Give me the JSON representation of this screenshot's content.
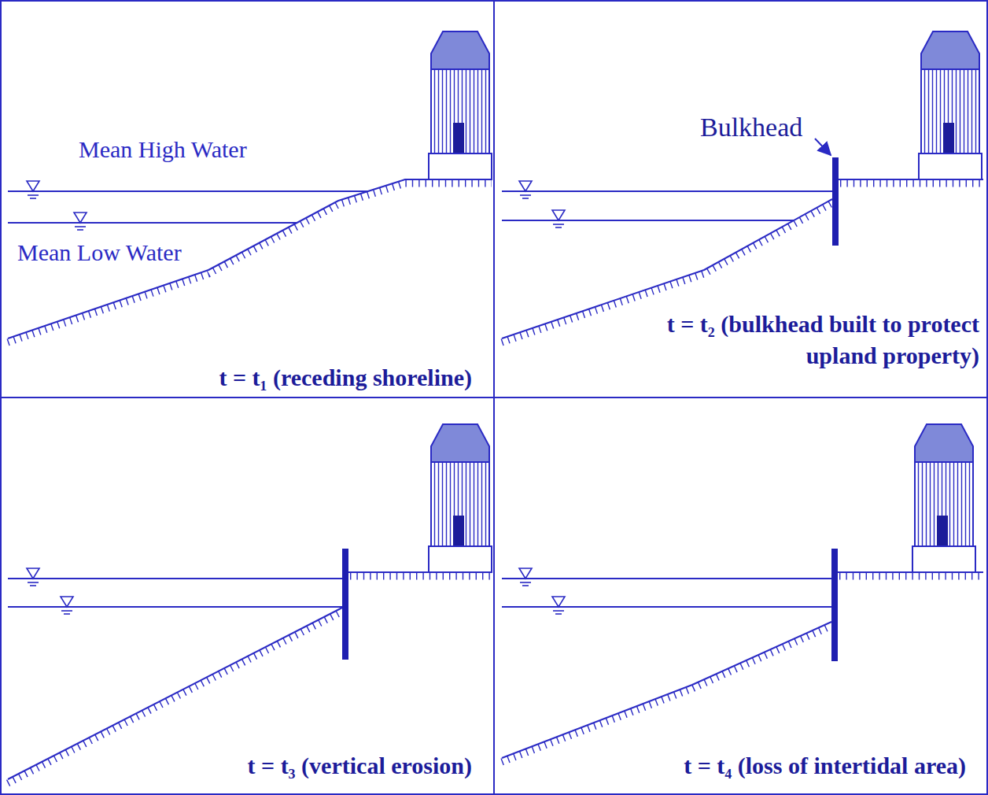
{
  "diagram": {
    "labels": [
      "Mean High Water",
      "Mean Low Water",
      "t = t₁ (receding shoreline)",
      "Bulkhead",
      "t = t₂ (bulkhead built to protect upland property)",
      "t = t₃ (vertical erosion)",
      "t = t₄ (loss of intertidal area)"
    ]
  }
}
